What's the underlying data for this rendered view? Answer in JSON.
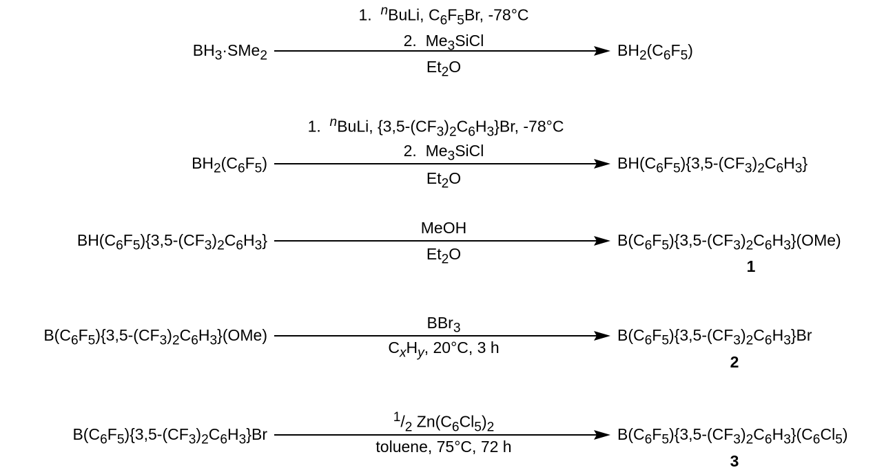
{
  "reactions": [
    {
      "reactant": "BH3·SMe2",
      "product": "BH2(C6F5)",
      "above": [
        "1.  nBuLi, C6F5Br, -78°C",
        "2.  Me3SiCl"
      ],
      "below": [
        "Et2O"
      ],
      "compound_number": ""
    },
    {
      "reactant": "BH2(C6F5)",
      "product": "BH(C6F5){3,5-(CF3)2C6H3}",
      "above": [
        "1.  nBuLi, {3,5-(CF3)2C6H3}Br, -78°C",
        "2.  Me3SiCl"
      ],
      "below": [
        "Et2O"
      ],
      "compound_number": ""
    },
    {
      "reactant": "BH(C6F5){3,5-(CF3)2C6H3}",
      "product": "B(C6F5){3,5-(CF3)2C6H3}(OMe)",
      "above": [
        "MeOH"
      ],
      "below": [
        "Et2O"
      ],
      "compound_number": "1"
    },
    {
      "reactant": "B(C6F5){3,5-(CF3)2C6H3}(OMe)",
      "product": "B(C6F5){3,5-(CF3)2C6H3}Br",
      "above": [
        "BBr3"
      ],
      "below": [
        "CxHy, 20°C, 3 h"
      ],
      "compound_number": "2"
    },
    {
      "reactant": "B(C6F5){3,5-(CF3)2C6H3}Br",
      "product": "B(C6F5){3,5-(CF3)2C6H3}(C6Cl5)",
      "above": [
        "1/2 Zn(C6Cl5)2"
      ],
      "below": [
        "toluene, 75°C, 72 h"
      ],
      "compound_number": "3"
    }
  ]
}
